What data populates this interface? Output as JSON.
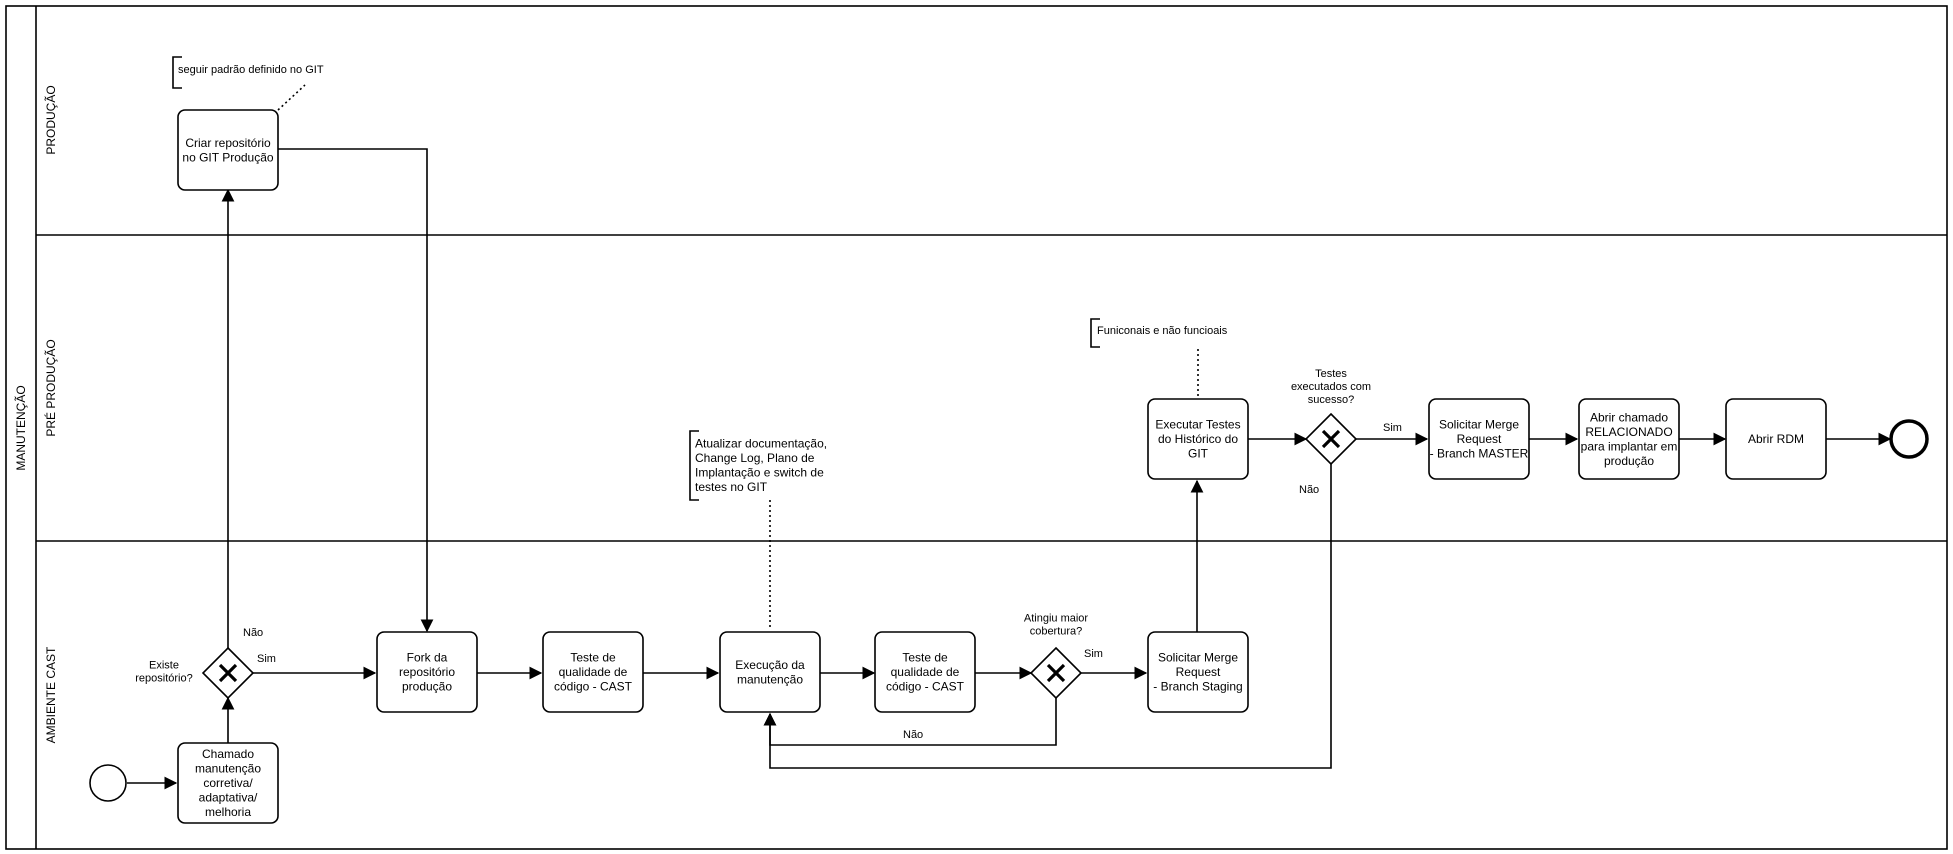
{
  "pool": {
    "label": "MANUTENÇÃO"
  },
  "lanes": {
    "producao": "PRODUÇÃO",
    "pre_producao": "PRÉ PRODUÇÃO",
    "ambiente_cast": "AMBIENTE CAST"
  },
  "tasks": {
    "chamado": [
      "Chamado",
      "manutenção",
      "corretiva/",
      "adaptativa/",
      "melhoria"
    ],
    "criar_repo": [
      "Criar repositório",
      "no GIT Produção"
    ],
    "fork": [
      "Fork da",
      "repositório",
      "produção"
    ],
    "teste_qualidade_1": [
      "Teste de",
      "qualidade de",
      "código - CAST"
    ],
    "execucao": [
      "Execução da",
      "manutenção"
    ],
    "teste_qualidade_2": [
      "Teste de",
      "qualidade de",
      "código - CAST"
    ],
    "merge_staging": [
      "Solicitar Merge",
      "Request",
      "- Branch Staging"
    ],
    "executar_testes": [
      "Executar Testes",
      "do Histórico do",
      "GIT"
    ],
    "merge_master": [
      "Solicitar Merge",
      "Request",
      "- Branch MASTER"
    ],
    "abrir_chamado": [
      "Abrir chamado",
      "RELACIONADO",
      "para implantar em",
      "produção"
    ],
    "abrir_rdm": [
      "Abrir RDM"
    ]
  },
  "gateways": {
    "existe_repo": {
      "question": [
        "Existe",
        "repositório?"
      ],
      "yes": "Sim",
      "no": "Não"
    },
    "cobertura": {
      "question": [
        "Atingiu maior",
        "cobertura?"
      ],
      "yes": "Sim",
      "no": "Não"
    },
    "testes_sucesso": {
      "question": [
        "Testes",
        "executados com",
        "sucesso?"
      ],
      "yes": "Sim",
      "no": "Não"
    }
  },
  "annotations": {
    "git_padrao": [
      "seguir padrão definido no GIT"
    ],
    "funcionais": [
      "Funiconais e não funcioais"
    ],
    "documentacao": [
      "Atualizar documentação,",
      "Change Log, Plano de",
      "Implantação e switch de",
      "testes no GIT"
    ]
  }
}
